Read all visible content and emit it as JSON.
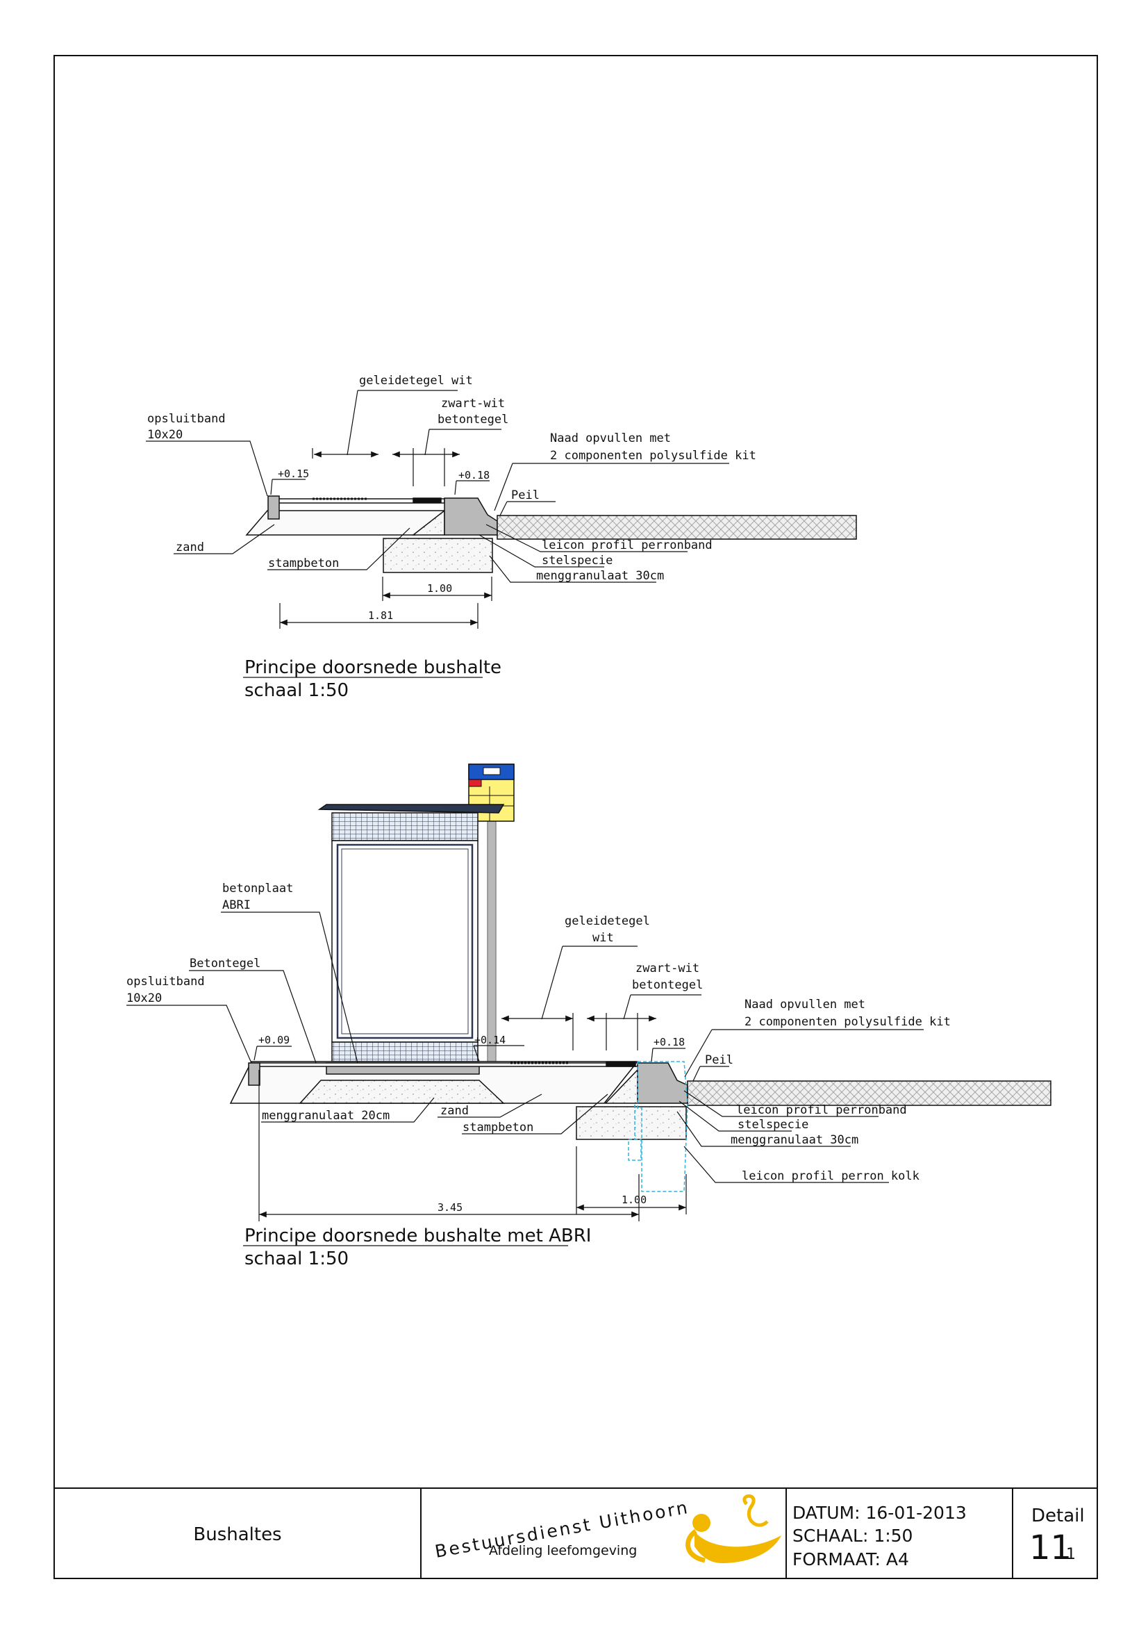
{
  "diagram1": {
    "labels": {
      "geleidetegel": "geleidetegel wit",
      "zwartwit_1": "zwart-wit",
      "zwartwit_2": "betontegel",
      "opsluitband_1": "opsluitband",
      "opsluitband_2": "10x20",
      "naad_1": "Naad opvullen met",
      "naad_2": "2 componenten polysulfide kit",
      "lvl_left": "+0.15",
      "lvl_right": "+0.18",
      "peil": "Peil",
      "zand": "zand",
      "leicon": "leicon profil perronband",
      "stelspecie": "stelspecie",
      "stampbeton": "stampbeton",
      "menggranulaat": "menggranulaat 30cm",
      "dim_small": "1.00",
      "dim_large": "1.81"
    },
    "title": "Principe doorsnede bushalte",
    "scale": "schaal 1:50"
  },
  "diagram2": {
    "labels": {
      "betonplaat_1": "betonplaat",
      "betonplaat_2": "ABRI",
      "geleidetegel_1": "geleidetegel",
      "geleidetegel_2": "wit",
      "betontegel": "Betontegel",
      "zwartwit_1": "zwart-wit",
      "zwartwit_2": "betontegel",
      "opsluitband_1": "opsluitband",
      "opsluitband_2": "10x20",
      "naad_1": "Naad opvullen met",
      "naad_2": "2 componenten polysulfide kit",
      "lvl_a": "+0.09",
      "lvl_b": "+0.14",
      "lvl_c": "+0.18",
      "peil": "Peil",
      "leicon": "leicon profil perronband",
      "zand": "zand",
      "stelspecie": "stelspecie",
      "menggranulaat20": "menggranulaat 20cm",
      "stampbeton": "stampbeton",
      "menggranulaat30": "menggranulaat 30cm",
      "kolk": "leicon profil perron kolk",
      "dim_small": "1.00",
      "dim_large": "3.45"
    },
    "title": "Principe doorsnede bushalte met ABRI",
    "scale": "schaal 1:50"
  },
  "title_block": {
    "subject": "Bushaltes",
    "org_name": "Bestuursdienst Uithoorn",
    "department": "Afdeling leefomgeving",
    "datum": "DATUM: 16-01-2013",
    "schaal": "SCHAAL: 1:50",
    "formaat": "FORMAAT: A4",
    "detail_label": "Detail",
    "detail_number": "11",
    "detail_sub": ".1"
  },
  "colors": {
    "logo_yellow": "#f2b800",
    "sign_yellow": "#fff27a",
    "sign_blue": "#1a56c4",
    "sign_red": "#e0202a",
    "kolk_cyan": "#2ab6e6",
    "shelter_navy": "#2b3850",
    "concrete_grey": "#b9b9b9"
  }
}
